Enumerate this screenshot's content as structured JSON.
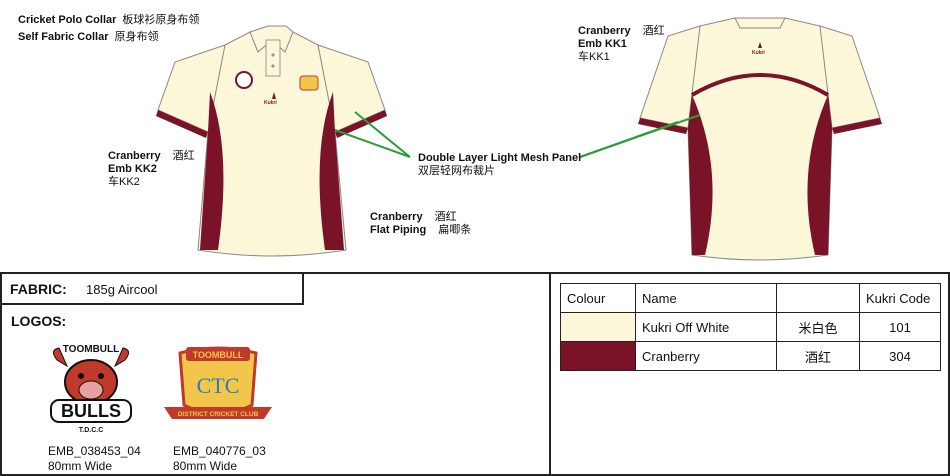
{
  "colors": {
    "cream": "#fbf7d8",
    "cranberry": "#7a1327",
    "mesh_line": "#2e9b3b",
    "piping": "#8b1a2e"
  },
  "labels": {
    "collar_1": {
      "en": "Cricket Polo Collar",
      "cn": "板球衫原身布领"
    },
    "collar_2": {
      "en": "Self Fabric Collar",
      "cn": "原身布领"
    },
    "back_emb": {
      "l1_en": "Cranberry",
      "l1_cn": "酒红",
      "l2": "Emb KK1",
      "l3": "车KK1"
    },
    "front_emb": {
      "l1_en": "Cranberry",
      "l1_cn": "酒红",
      "l2": "Emb KK2",
      "l3": "车KK2"
    },
    "mesh": {
      "en": "Double Layer Light Mesh Panel",
      "cn": "双层轻网布裁片"
    },
    "piping": {
      "l1_en": "Cranberry",
      "l1_cn": "酒红",
      "l2_en": "Flat Piping",
      "l2_cn": "扁唧条"
    }
  },
  "brand_mark": "Kukri",
  "fabric": {
    "label": "FABRIC:",
    "value": "185g Aircool"
  },
  "logos": {
    "heading": "LOGOS:",
    "items": [
      {
        "code": "EMB_038453_04",
        "size": "80mm Wide",
        "top": "TOOMBULL",
        "main": "BULLS",
        "sub": "T.D.C.C"
      },
      {
        "code": "EMB_040776_03",
        "size": "80mm Wide",
        "top": "TOOMBULL",
        "main": "CTC",
        "sub": "DISTRICT CRICKET CLUB"
      }
    ]
  },
  "colour_table": {
    "headers": [
      "Colour",
      "Name",
      "",
      "Kukri Code"
    ],
    "rows": [
      {
        "swatch": "#fbf7d8",
        "name": "Kukri Off White",
        "cn": "米白色",
        "code": "101"
      },
      {
        "swatch": "#7a1327",
        "name": "Cranberry",
        "cn": "酒红",
        "code": "304"
      }
    ]
  }
}
